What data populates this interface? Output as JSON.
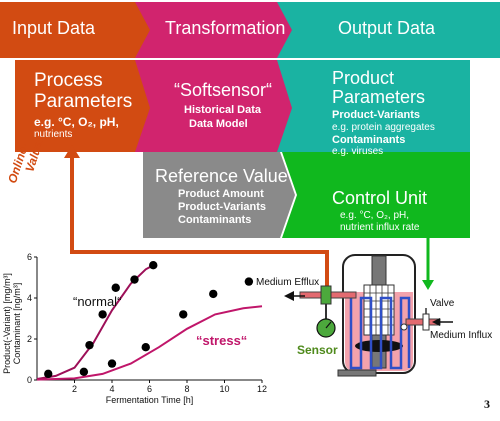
{
  "header": {
    "input": "Input Data",
    "transformation": "Transformation",
    "output": "Output Data"
  },
  "process": {
    "title_line1": "Process",
    "title_line2": "Parameters",
    "detail1": "e.g. °C, O₂, pH,",
    "detail2": "nutrients"
  },
  "softsensor": {
    "title": "“Softsensor“",
    "line1": "Historical Data",
    "line2": "Data Model"
  },
  "product": {
    "title_line1": "Product",
    "title_line2": "Parameters",
    "variants_label": "Product-Variants",
    "variants_detail": "e.g. protein aggregates",
    "contaminants_label": "Contaminants",
    "contaminants_detail": "e.g. viruses"
  },
  "reference": {
    "title": "Reference Value",
    "line1": "Product Amount",
    "line2": "Product-Variants",
    "line3": "Contaminants"
  },
  "control": {
    "title": "Control Unit",
    "line1": "e.g. °C, O₂, pH,",
    "line2": "nutrient influx rate"
  },
  "online_values": {
    "line1": "Online-",
    "line2": "Values"
  },
  "bioreactor": {
    "medium_efflux": "Medium Efflux",
    "sensor": "Sensor",
    "valve": "Valve",
    "medium_influx": "Medium Influx"
  },
  "page_number": "3",
  "colors": {
    "input": "#d24b12",
    "transform": "#d1246e",
    "output": "#1ab3a2",
    "reference": "#8a8a8a",
    "control": "#10b81e",
    "sensor": "#4f8a1c",
    "stress": "#c0166a",
    "normal": "#9d0f58"
  },
  "chart_data": {
    "type": "scatter",
    "title": "",
    "xlabel": "Fermentation Time [h]",
    "ylabel_line1": "Product(-Variant) [mg/m³]",
    "ylabel_line2": "Contaminant [ng/m³]",
    "xlim": [
      0,
      12
    ],
    "ylim": [
      0,
      6
    ],
    "xticks": [
      2,
      4,
      6,
      8,
      10,
      12
    ],
    "yticks": [
      0,
      2,
      4,
      6
    ],
    "series": [
      {
        "name": "“normal“",
        "points": [
          [
            0.6,
            0.3
          ],
          [
            2.8,
            1.7
          ],
          [
            3.5,
            3.2
          ],
          [
            4.2,
            4.5
          ],
          [
            5.2,
            4.9
          ],
          [
            6.2,
            5.6
          ]
        ],
        "curve": [
          [
            0,
            0.05
          ],
          [
            1,
            0.2
          ],
          [
            2,
            0.6
          ],
          [
            3,
            1.8
          ],
          [
            4,
            3.4
          ],
          [
            5,
            4.7
          ],
          [
            5.8,
            5.4
          ],
          [
            6.2,
            5.6
          ]
        ]
      },
      {
        "name": "“stress“",
        "points": [
          [
            2.5,
            0.4
          ],
          [
            4.0,
            0.8
          ],
          [
            5.8,
            1.6
          ],
          [
            7.8,
            3.2
          ],
          [
            9.4,
            4.2
          ],
          [
            11.3,
            4.8
          ]
        ],
        "curve": [
          [
            0,
            0.02
          ],
          [
            2,
            0.08
          ],
          [
            3.5,
            0.3
          ],
          [
            5,
            0.8
          ],
          [
            6.5,
            1.6
          ],
          [
            8,
            2.5
          ],
          [
            9.5,
            3.2
          ],
          [
            11,
            3.5
          ],
          [
            12,
            3.6
          ]
        ]
      }
    ]
  }
}
